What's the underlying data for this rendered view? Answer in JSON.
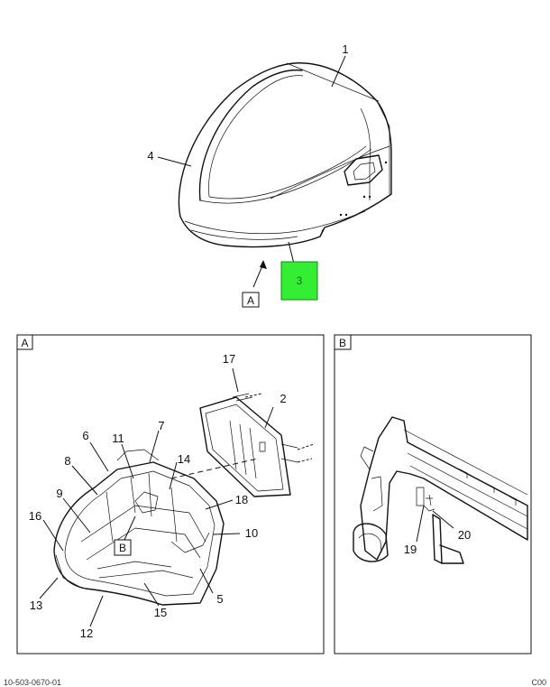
{
  "diagram": {
    "callouts": [
      "1",
      "2",
      "3",
      "4",
      "5",
      "6",
      "7",
      "8",
      "9",
      "10",
      "11",
      "12",
      "13",
      "14",
      "15",
      "16",
      "17",
      "18",
      "19",
      "20"
    ],
    "highlighted_callout": "3",
    "highlight_color": "#33ee33",
    "view_labels": {
      "a": "A",
      "b": "B"
    },
    "footer_left": "10-503-0670-01",
    "footer_right": "C00"
  }
}
